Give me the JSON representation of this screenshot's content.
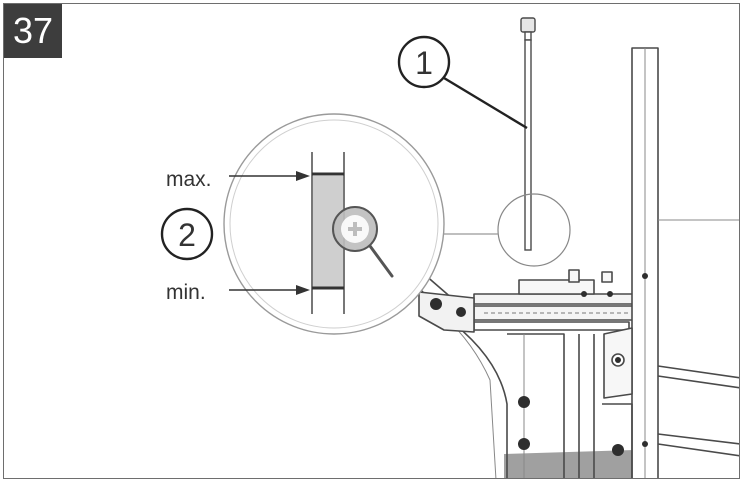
{
  "figure_number": "37",
  "callouts": [
    {
      "number": "1"
    },
    {
      "number": "2"
    }
  ],
  "labels": {
    "max": "max.",
    "min": "min."
  },
  "colors": {
    "line": "#333333",
    "badge": "#3d3d3d",
    "oil": "#cfcfcf",
    "sump": "#9a9a9a"
  },
  "icons": {
    "magnifier": "zoom-in-icon"
  }
}
